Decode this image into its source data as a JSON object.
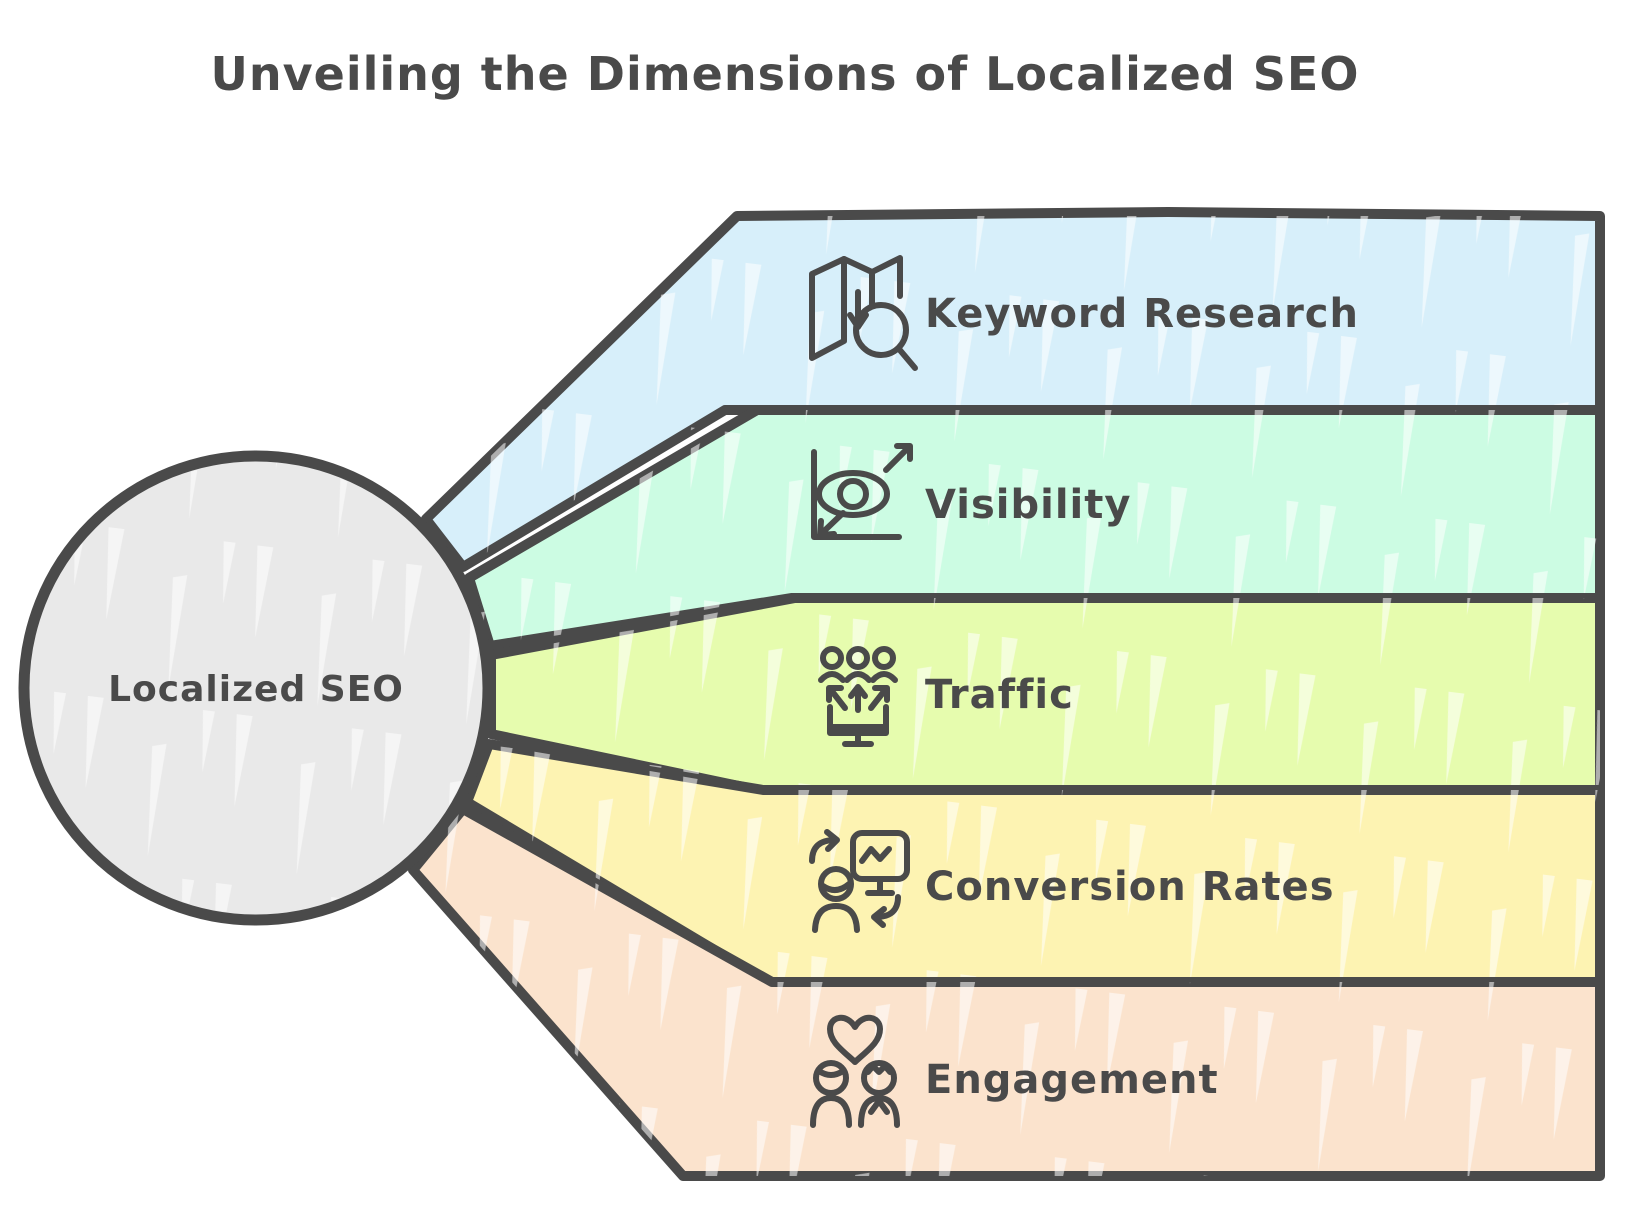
{
  "title": "Unveiling the Dimensions of Localized SEO",
  "center": {
    "label": "Localized SEO",
    "color": "#e9e9e9"
  },
  "colors": {
    "outline": "#4a4a4a",
    "text": "#4a4a4a",
    "background": "#ffffff"
  },
  "bands": [
    {
      "label": "Keyword Research",
      "icon": "map-search-icon",
      "color": "#d7effa"
    },
    {
      "label": "Visibility",
      "icon": "eye-growth-icon",
      "color": "#ccfce3"
    },
    {
      "label": "Traffic",
      "icon": "audience-arrows-icon",
      "color": "#e6fcae"
    },
    {
      "label": "Conversion Rates",
      "icon": "user-screen-sync-icon",
      "color": "#fdf3b2"
    },
    {
      "label": "Engagement",
      "icon": "people-heart-icon",
      "color": "#fbe3cd"
    }
  ]
}
